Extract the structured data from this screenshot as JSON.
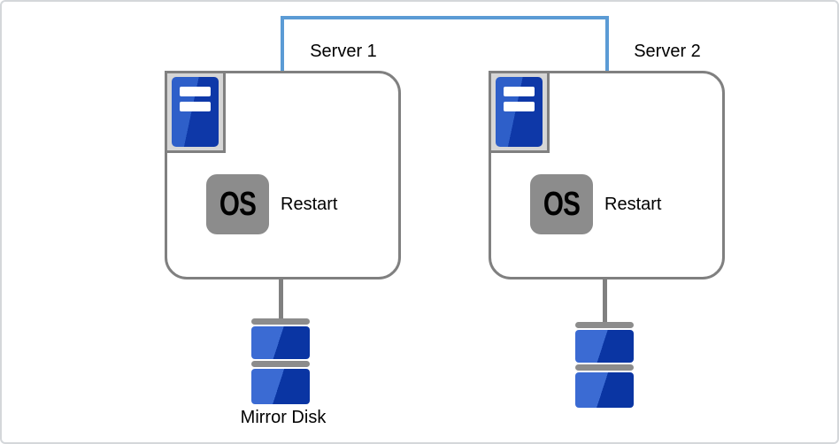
{
  "diagram": {
    "type": "cluster-mirror-disk-diagram",
    "servers": [
      {
        "label": "Server 1",
        "os_badge": "OS",
        "action": "Restart"
      },
      {
        "label": "Server 2",
        "os_badge": "OS",
        "action": "Restart"
      }
    ],
    "mirror_disk_label": "Mirror Disk",
    "colors": {
      "interconnect_blue": "#5b9bd5",
      "outline_gray": "#808080",
      "badge_gray": "#8c8c8c",
      "icon_tray_gray": "#d6d6d6",
      "disk_blue_light": "#3b6bd3",
      "disk_blue_dark": "#0a35a3",
      "page_border": "#d4d7da",
      "text": "#000000"
    }
  }
}
